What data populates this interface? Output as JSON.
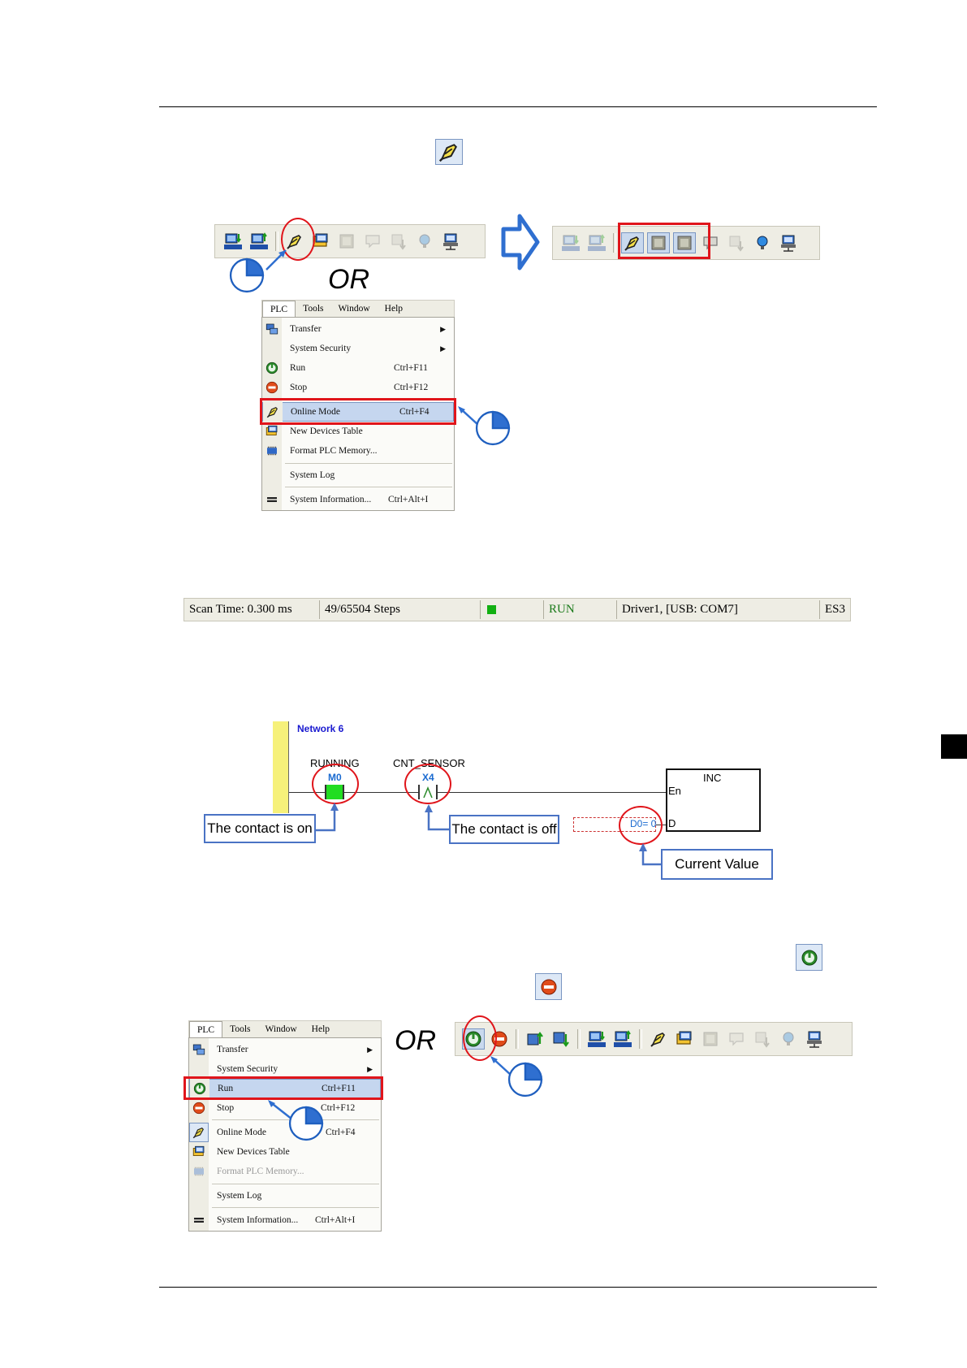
{
  "toolbar_top_left": {
    "icons": [
      "pc-upload-icon",
      "pc-download-icon",
      "online-mode-icon",
      "new-devices-table-icon",
      "monitor-icon",
      "message-icon",
      "download-arrow-icon",
      "bulb-icon",
      "network-icon"
    ]
  },
  "toolbar_top_right": {
    "icons": [
      "pc-upload-icon",
      "pc-download-icon",
      "online-mode-icon",
      "monitor-icon",
      "table-icon",
      "message-icon",
      "download-arrow-icon",
      "bulb-icon",
      "network-icon"
    ]
  },
  "or_label": "OR",
  "menu_top": {
    "bar": [
      "PLC",
      "Tools",
      "Window",
      "Help"
    ],
    "items": [
      {
        "label": "Transfer",
        "shortcut": "",
        "submenu": true
      },
      {
        "label": "System Security",
        "shortcut": "",
        "submenu": true
      },
      {
        "label": "Run",
        "shortcut": "Ctrl+F11"
      },
      {
        "label": "Stop",
        "shortcut": "Ctrl+F12"
      },
      {
        "label": "Online Mode",
        "shortcut": "Ctrl+F4"
      },
      {
        "label": "New Devices Table",
        "shortcut": ""
      },
      {
        "label": "Format PLC Memory...",
        "shortcut": ""
      },
      {
        "label": "System Log",
        "shortcut": ""
      },
      {
        "label": "System Information...",
        "shortcut": "Ctrl+Alt+I"
      }
    ]
  },
  "statusbar": {
    "scan_time": "Scan Time: 0.300 ms",
    "steps": "49/65504 Steps",
    "run": "RUN",
    "driver": "Driver1, [USB: COM7]",
    "model": "ES3"
  },
  "ladder": {
    "network": "Network 6",
    "contact1_name": "RUNNING",
    "contact1_dev": "M0",
    "contact2_name": "CNT_SENSOR",
    "contact2_dev": "X4",
    "block_name": "INC",
    "pin_en": "En",
    "pin_d": "D",
    "value": "D0= 0",
    "callout_on": "The contact is on",
    "callout_off": "The contact is off",
    "callout_value": "Current Value"
  },
  "menu_bottom": {
    "bar": [
      "PLC",
      "Tools",
      "Window",
      "Help"
    ],
    "items": [
      {
        "label": "Transfer",
        "shortcut": "",
        "submenu": true
      },
      {
        "label": "System Security",
        "shortcut": "",
        "submenu": true
      },
      {
        "label": "Run",
        "shortcut": "Ctrl+F11"
      },
      {
        "label": "Stop",
        "shortcut": "Ctrl+F12"
      },
      {
        "label": "Online Mode",
        "shortcut": "Ctrl+F4"
      },
      {
        "label": "New Devices Table",
        "shortcut": ""
      },
      {
        "label": "Format PLC Memory...",
        "shortcut": ""
      },
      {
        "label": "System Log",
        "shortcut": ""
      },
      {
        "label": "System Information...",
        "shortcut": "Ctrl+Alt+I"
      }
    ]
  },
  "toolbar_bottom": {
    "icons": [
      "run-icon",
      "stop-icon",
      "upload-icon",
      "download-icon",
      "pc-upload-icon",
      "pc-download-icon",
      "online-mode-icon",
      "new-devices-table-icon",
      "monitor-icon",
      "message-icon",
      "download-arrow-icon",
      "bulb-icon",
      "network-icon"
    ]
  },
  "colors": {
    "highlight_red": "#e0151b",
    "callout_blue": "#4a73c4",
    "contact_on_green": "#22dd22",
    "run_text": "#1a7a1a"
  }
}
